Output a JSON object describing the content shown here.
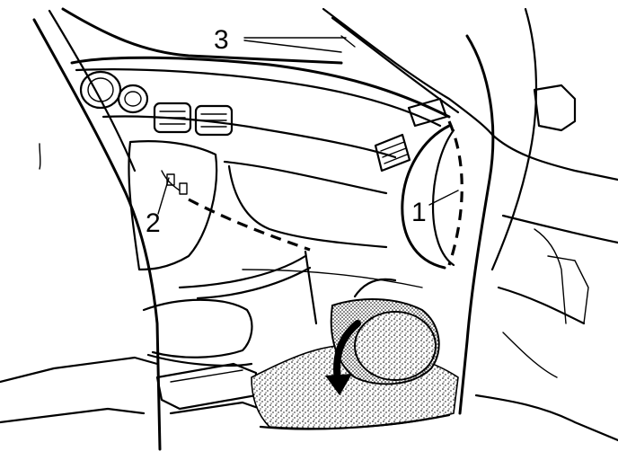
{
  "callouts": {
    "one": "1",
    "two": "2",
    "three": "3"
  },
  "colors": {
    "ink": "#000000",
    "paper": "#ffffff",
    "carpet": "#bdbdbd"
  }
}
